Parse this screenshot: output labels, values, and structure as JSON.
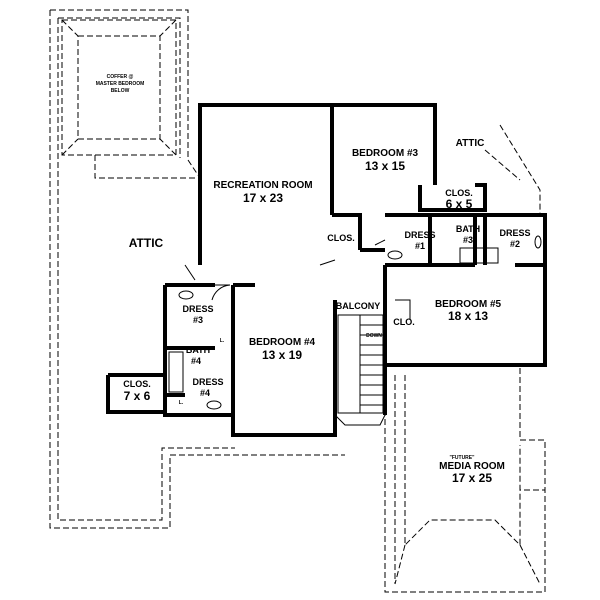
{
  "rooms": {
    "coffer_note": [
      "COFFER @",
      "MASTER BEDROOM",
      "BELOW"
    ],
    "attic_left": "ATTIC",
    "attic_right": "ATTIC",
    "recreation": {
      "name": "RECREATION ROOM",
      "size": "17 x 23"
    },
    "bedroom3": {
      "name": "BEDROOM #3",
      "size": "13 x 15"
    },
    "clos_b3": {
      "name": "CLOS.",
      "size": "6 x 5"
    },
    "clos_rec": "CLOS.",
    "dress1": {
      "name": "DRESS",
      "num": "#1"
    },
    "bath3": {
      "name": "BATH",
      "num": "#3"
    },
    "dress2": {
      "name": "DRESS",
      "num": "#2"
    },
    "balcony": "BALCONY",
    "down": "DOWN",
    "clo_b5": "CLO.",
    "bedroom5": {
      "name": "BEDROOM #5",
      "size": "18 x 13"
    },
    "dress3": {
      "name": "DRESS",
      "num": "#3"
    },
    "bath4": {
      "name": "BATH",
      "num": "#4"
    },
    "bedroom4": {
      "name": "BEDROOM #4",
      "size": "13 x 19"
    },
    "clos_76": {
      "name": "CLOS.",
      "size": "7 x 6"
    },
    "dress4": {
      "name": "DRESS",
      "num": "#4"
    },
    "linen": "L.",
    "media": {
      "future": "\"FUTURE\"",
      "name": "MEDIA ROOM",
      "size": "17 x 25"
    }
  }
}
